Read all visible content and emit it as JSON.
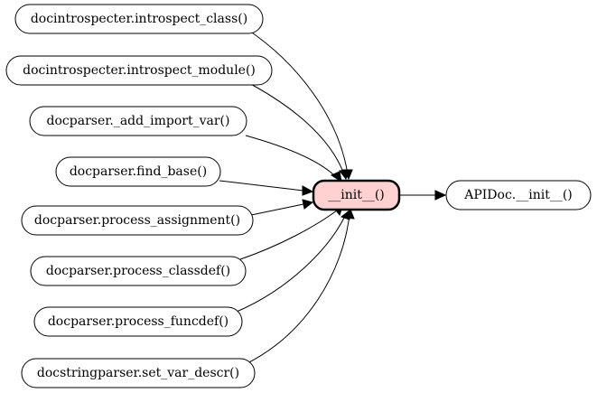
{
  "diagram": {
    "focus_color": "#ffd1d1",
    "nodes": [
      {
        "id": "n1",
        "label": "docintrospecter.introspect_class()"
      },
      {
        "id": "n2",
        "label": "docintrospecter.introspect_module()"
      },
      {
        "id": "n3",
        "label": "docparser._add_import_var()"
      },
      {
        "id": "n4",
        "label": "docparser.find_base()"
      },
      {
        "id": "n5",
        "label": "docparser.process_assignment()"
      },
      {
        "id": "n6",
        "label": "docparser.process_classdef()"
      },
      {
        "id": "n7",
        "label": "docparser.process_funcdef()"
      },
      {
        "id": "n8",
        "label": "docstringparser.set_var_descr()"
      },
      {
        "id": "center",
        "label": "__init__()"
      },
      {
        "id": "target",
        "label": "APIDoc.__init__()"
      }
    ],
    "edges": [
      {
        "from": "n1",
        "to": "center"
      },
      {
        "from": "n2",
        "to": "center"
      },
      {
        "from": "n3",
        "to": "center"
      },
      {
        "from": "n4",
        "to": "center"
      },
      {
        "from": "n5",
        "to": "center"
      },
      {
        "from": "n6",
        "to": "center"
      },
      {
        "from": "n7",
        "to": "center"
      },
      {
        "from": "n8",
        "to": "center"
      },
      {
        "from": "center",
        "to": "target"
      }
    ]
  }
}
